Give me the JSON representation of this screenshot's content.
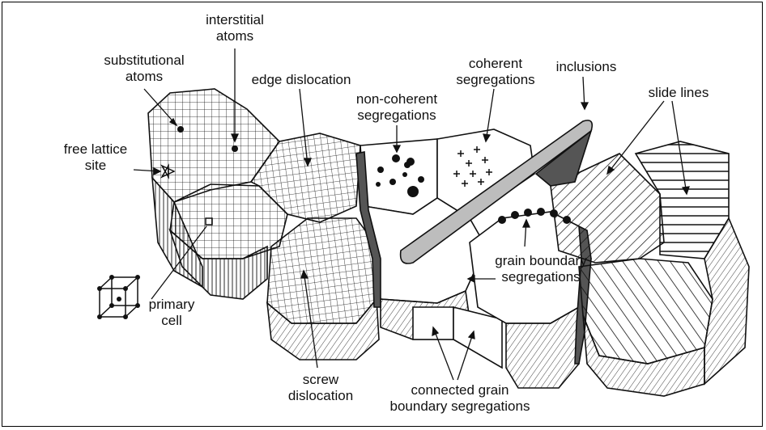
{
  "labels": {
    "interstitial_atoms": "interstitial\natoms",
    "substitutional_atoms": "substitutional\natoms",
    "edge_dislocation": "edge dislocation",
    "non_coherent_segregations": "non-coherent\nsegregations",
    "coherent_segregations": "coherent\nsegregations",
    "inclusions": "inclusions",
    "slide_lines": "slide lines",
    "free_lattice_site": "free lattice\nsite",
    "primary_cell": "primary\ncell",
    "grain_boundary_segregations": "grain boundary\nsegregations",
    "screw_dislocation": "screw\ndislocation",
    "connected_grain_boundary_segregations": "connected grain\nboundary segregations"
  },
  "colors": {
    "ink": "#111111",
    "grey_fill": "#bdbdbd",
    "dark_fill": "#555555",
    "paper": "#ffffff"
  }
}
